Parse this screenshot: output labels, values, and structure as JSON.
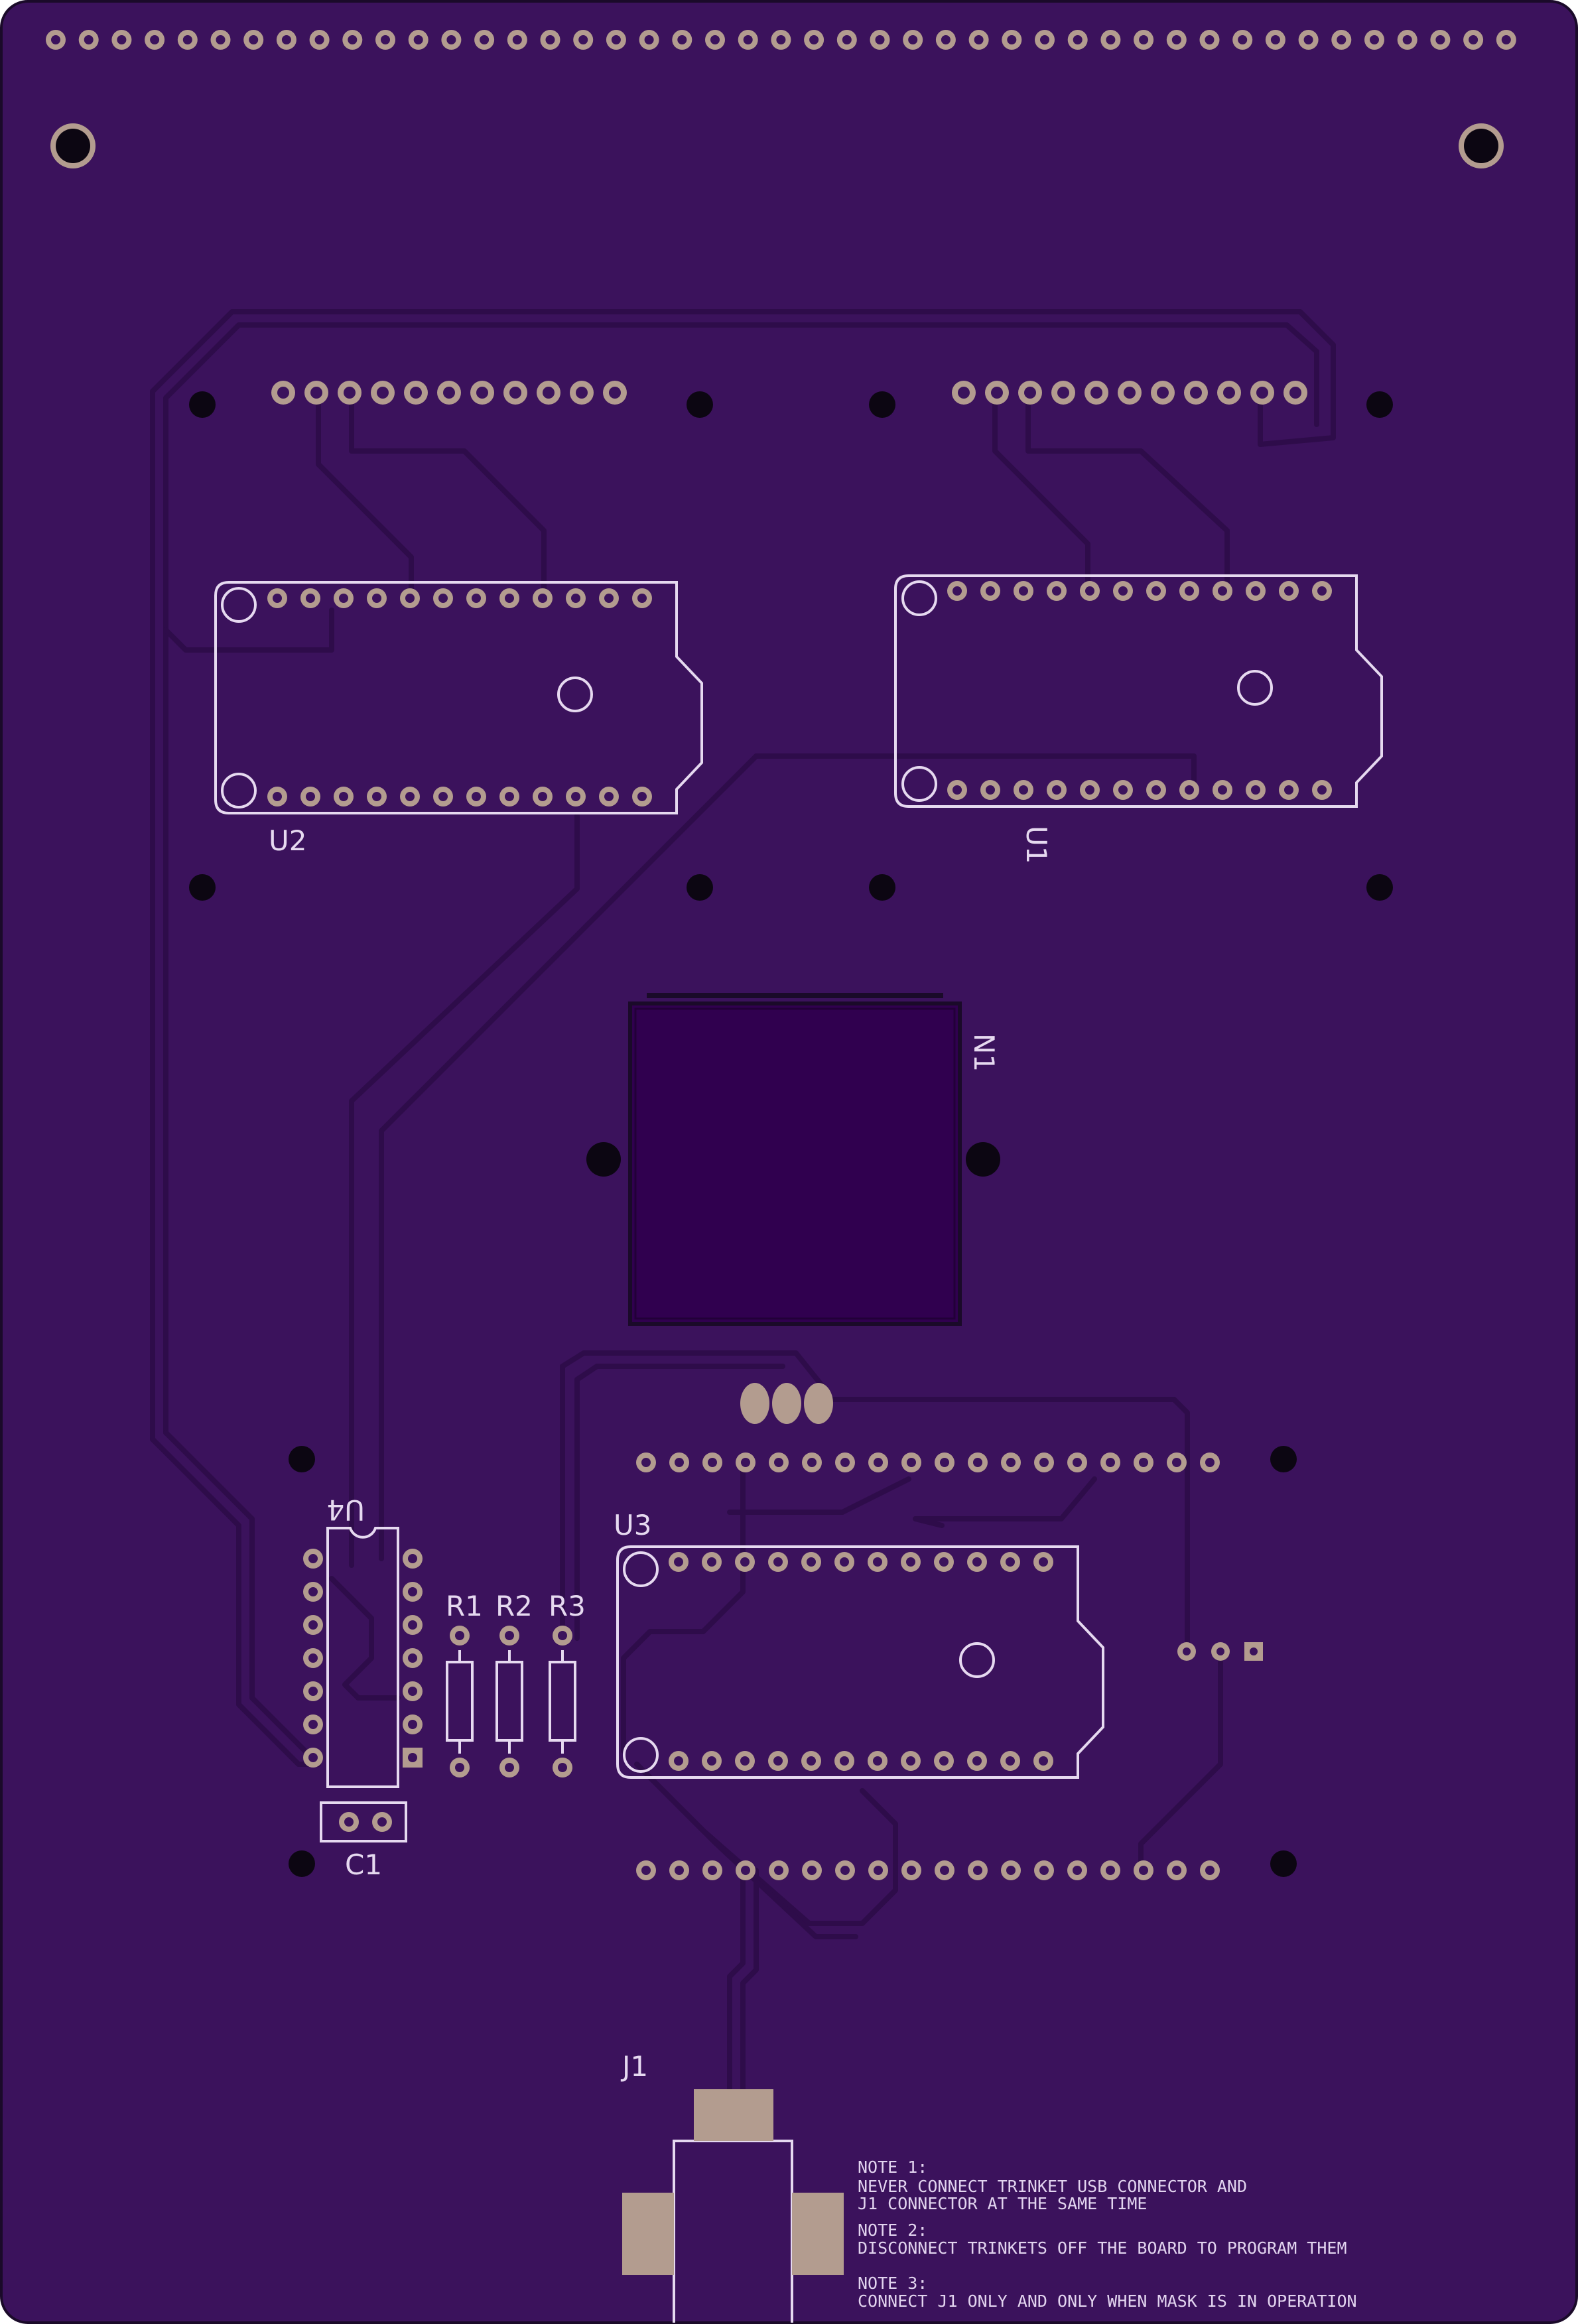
{
  "colors": {
    "board": "#3b125c",
    "board_edge": "#1a0a29",
    "trace": "#2e0c4a",
    "pad": "#b39c8f",
    "pad_hole": "#3b125c",
    "silk": "#e6d9f0",
    "mounting_hole": "#0c0612",
    "module": "#30004f"
  },
  "labels": {
    "u1": "U1",
    "u2": "U2",
    "u3": "U3",
    "u4": "U4",
    "n1": "N1",
    "r1": "R1",
    "r2": "R2",
    "r3": "R3",
    "c1": "C1",
    "j1": "J1"
  },
  "notes": [
    "NOTE 1:",
    "NEVER CONNECT TRINKET USB CONNECTOR AND",
    "J1 CONNECTOR AT THE SAME TIME",
    "NOTE 2:",
    "DISCONNECT TRINKETS OFF THE BOARD TO PROGRAM THEM",
    "NOTE 3:",
    "CONNECT J1 ONLY AND ONLY WHEN MASK IS IN OPERATION"
  ]
}
